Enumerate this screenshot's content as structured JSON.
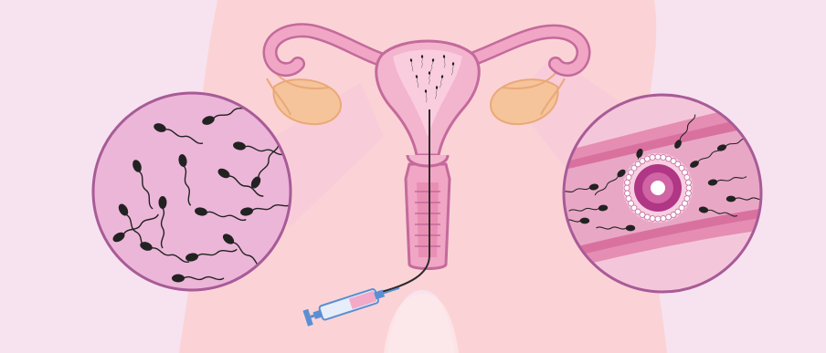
{
  "illustration": {
    "palette": {
      "background": "#f7e3ef",
      "body": "#fbd3d6",
      "uterus_fill": "#f0a6c4",
      "uterus_outline": "#c46a9c",
      "ovary": "#f6c49a",
      "magnifier_fill": "#ecb6d8",
      "magnifier_ring": "#a85b97",
      "sperm": "#222222",
      "egg": "#b03686",
      "syringe": "#5a8fd3"
    },
    "components": [
      {
        "name": "uterus",
        "icon": "uterus-icon"
      },
      {
        "name": "left-ovary",
        "icon": "ovary-icon"
      },
      {
        "name": "right-ovary",
        "icon": "ovary-icon"
      },
      {
        "name": "catheter",
        "icon": "catheter-icon"
      },
      {
        "name": "syringe",
        "icon": "syringe-icon"
      },
      {
        "name": "sperm-magnifier",
        "icon": "magnifier-icon"
      },
      {
        "name": "fertilization-magnifier",
        "icon": "magnifier-icon"
      },
      {
        "name": "egg-cell",
        "icon": "egg-cell-icon"
      }
    ]
  }
}
